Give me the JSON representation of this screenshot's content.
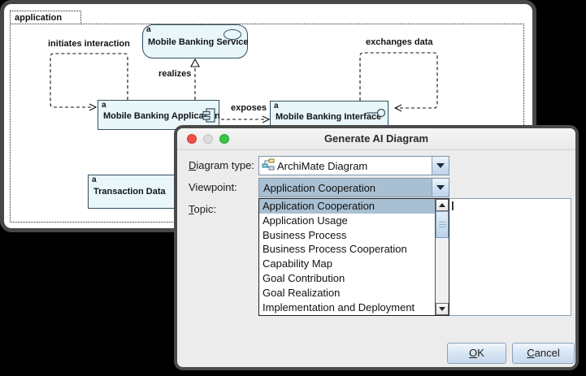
{
  "window": {
    "group_label": "application"
  },
  "diagram": {
    "elements": {
      "service": {
        "badge": "a",
        "name": "Mobile Banking Service"
      },
      "application": {
        "badge": "a",
        "name": "Mobile Banking Application"
      },
      "interface": {
        "badge": "a",
        "name": "Mobile Banking Interface"
      },
      "transaction_data": {
        "badge": "a",
        "name": "Transaction Data"
      }
    },
    "relations": {
      "initiates": "initiates interaction",
      "realizes": "realizes",
      "exposes": "exposes",
      "exchanges": "exchanges data"
    }
  },
  "dialog": {
    "title": "Generate AI Diagram",
    "fields": {
      "diagram_type": {
        "mnemonic": "D",
        "label_rest": "iagram type:",
        "value": "ArchiMate Diagram"
      },
      "viewpoint": {
        "label": "Viewpoint:",
        "value": "Application Cooperation"
      },
      "topic": {
        "mnemonic": "T",
        "label_rest": "opic:",
        "value": ""
      }
    },
    "viewpoint_options": [
      "Application Cooperation",
      "Application Usage",
      "Business Process",
      "Business Process Cooperation",
      "Capability Map",
      "Goal Contribution",
      "Goal Realization",
      "Implementation and Deployment"
    ],
    "selected_option": "Application Cooperation",
    "buttons": {
      "ok_mnemonic": "O",
      "ok_rest": "K",
      "cancel_mnemonic": "C",
      "cancel_rest": "ancel"
    }
  },
  "colors": {
    "selection": "#a9c0d3",
    "element_fill": "#e9f6fa",
    "traffic_red": "#ee5048",
    "traffic_gray": "#dcdcdc",
    "traffic_green": "#34c748"
  }
}
